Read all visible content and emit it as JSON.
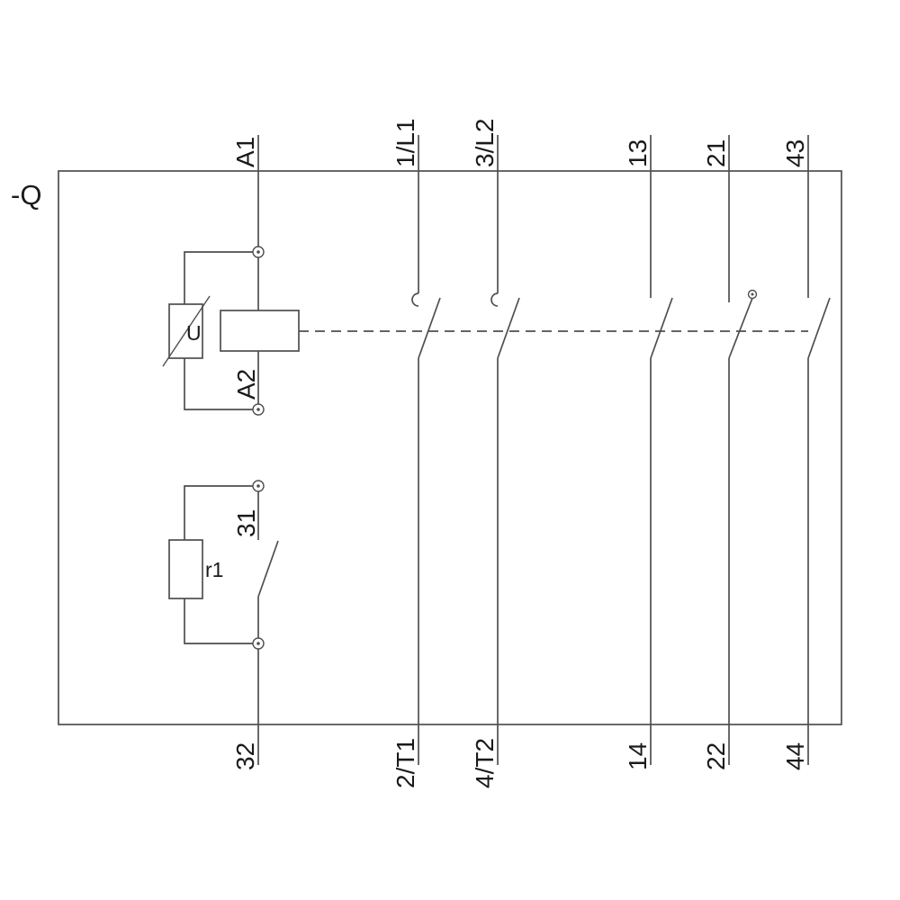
{
  "device": {
    "reference": "-Q"
  },
  "terminals": {
    "top": [
      "A1",
      "1/L1",
      "3/L2",
      "13",
      "21",
      "43"
    ],
    "bottom": [
      "32",
      "2/T1",
      "4/T2",
      "14",
      "22",
      "44"
    ],
    "coil_bottom": "A2",
    "nc_branch_top": "31"
  },
  "components": {
    "suppressor_label": "U",
    "resistor_label": "r1"
  },
  "colors": {
    "line": "#4f4f4f",
    "label": "#1a1a1a",
    "background": "#ffffff"
  }
}
